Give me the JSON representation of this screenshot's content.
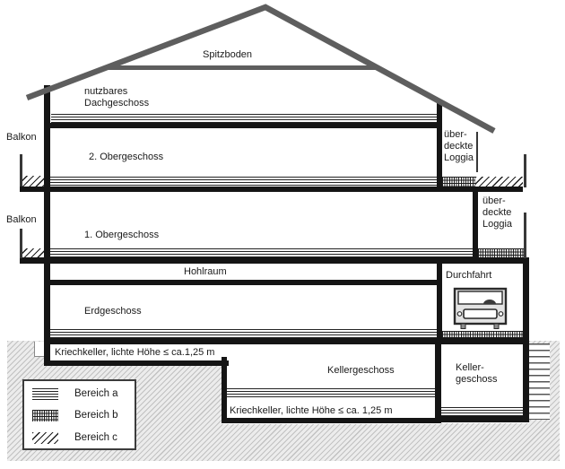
{
  "labels": {
    "spitzboden": "Spitzboden",
    "attic_line1": "nutzbares",
    "attic_line2": "Dachgeschoss",
    "balkon_top": "Balkon",
    "balkon_mid": "Balkon",
    "og2": "2. Obergeschoss",
    "og1": "1. Obergeschoss",
    "loggia_top_l1": "über-",
    "loggia_top_l2": "deckte",
    "loggia_top_l3": "Loggia",
    "loggia_mid_l1": "über-",
    "loggia_mid_l2": "deckte",
    "loggia_mid_l3": "Loggia",
    "hohlraum": "Hohlraum",
    "erdgeschoss": "Erdgeschoss",
    "durchfahrt": "Durchfahrt",
    "kriechkeller_left": "Kriechkeller, lichte Höhe ≤ ca.1,25 m",
    "kellergeschoss_mid": "Kellergeschoss",
    "keller_right_l1": "Keller-",
    "keller_right_l2": "geschoss",
    "kriechkeller_right": "Kriechkeller, lichte Höhe ≤ ca. 1,25 m"
  },
  "legend": {
    "items": [
      {
        "label": "Bereich a",
        "pattern": "horizontal-lines"
      },
      {
        "label": "Bereich b",
        "pattern": "dense-grid"
      },
      {
        "label": "Bereich c",
        "pattern": "diagonal-lines"
      }
    ]
  },
  "colors": {
    "structure": "#151515",
    "roof": "#5e5e5e",
    "ground_fill": "#ececec",
    "ground_line": "#c2c2c2"
  }
}
